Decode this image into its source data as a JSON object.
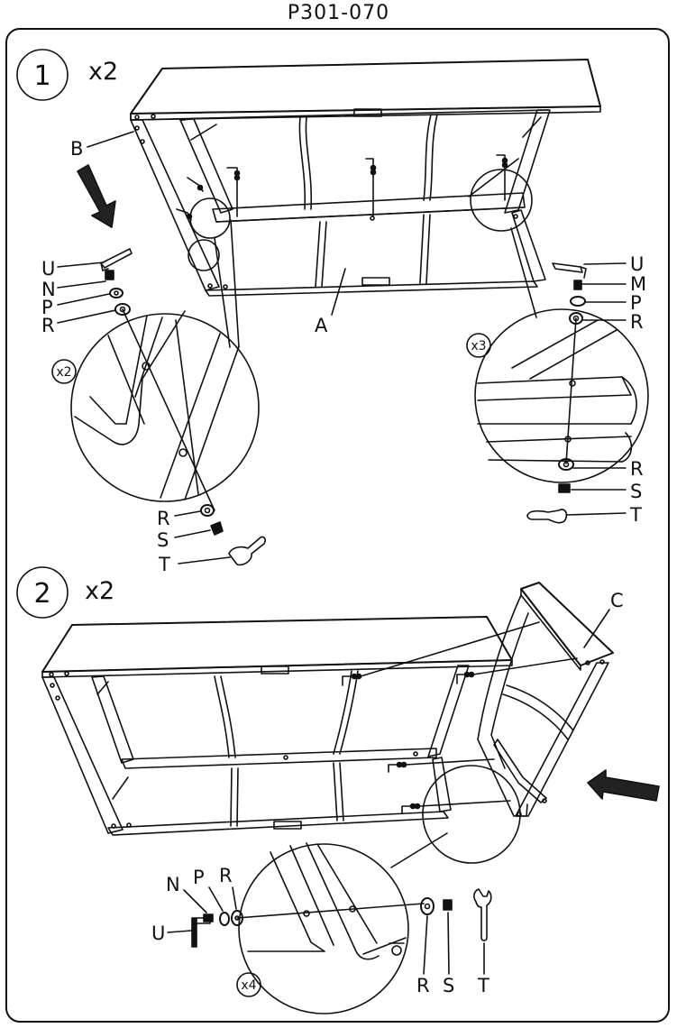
{
  "header": {
    "code": "P301-070"
  },
  "step1": {
    "number": "1",
    "multiplier": "x2",
    "part_labels": {
      "B": "B",
      "A": "A"
    },
    "left_hardware": {
      "U": "U",
      "N": "N",
      "P": "P",
      "R": "R",
      "R2": "R",
      "S": "S",
      "T": "T",
      "count": "x2"
    },
    "right_hardware": {
      "U": "U",
      "M": "M",
      "P": "P",
      "R": "R",
      "R2": "R",
      "S": "S",
      "T": "T",
      "count": "x3"
    }
  },
  "step2": {
    "number": "2",
    "multiplier": "x2",
    "part_labels": {
      "C": "C"
    },
    "hardware": {
      "N": "N",
      "P": "P",
      "R": "R",
      "U": "U",
      "R2": "R",
      "S": "S",
      "T": "T",
      "count": "x4"
    }
  }
}
